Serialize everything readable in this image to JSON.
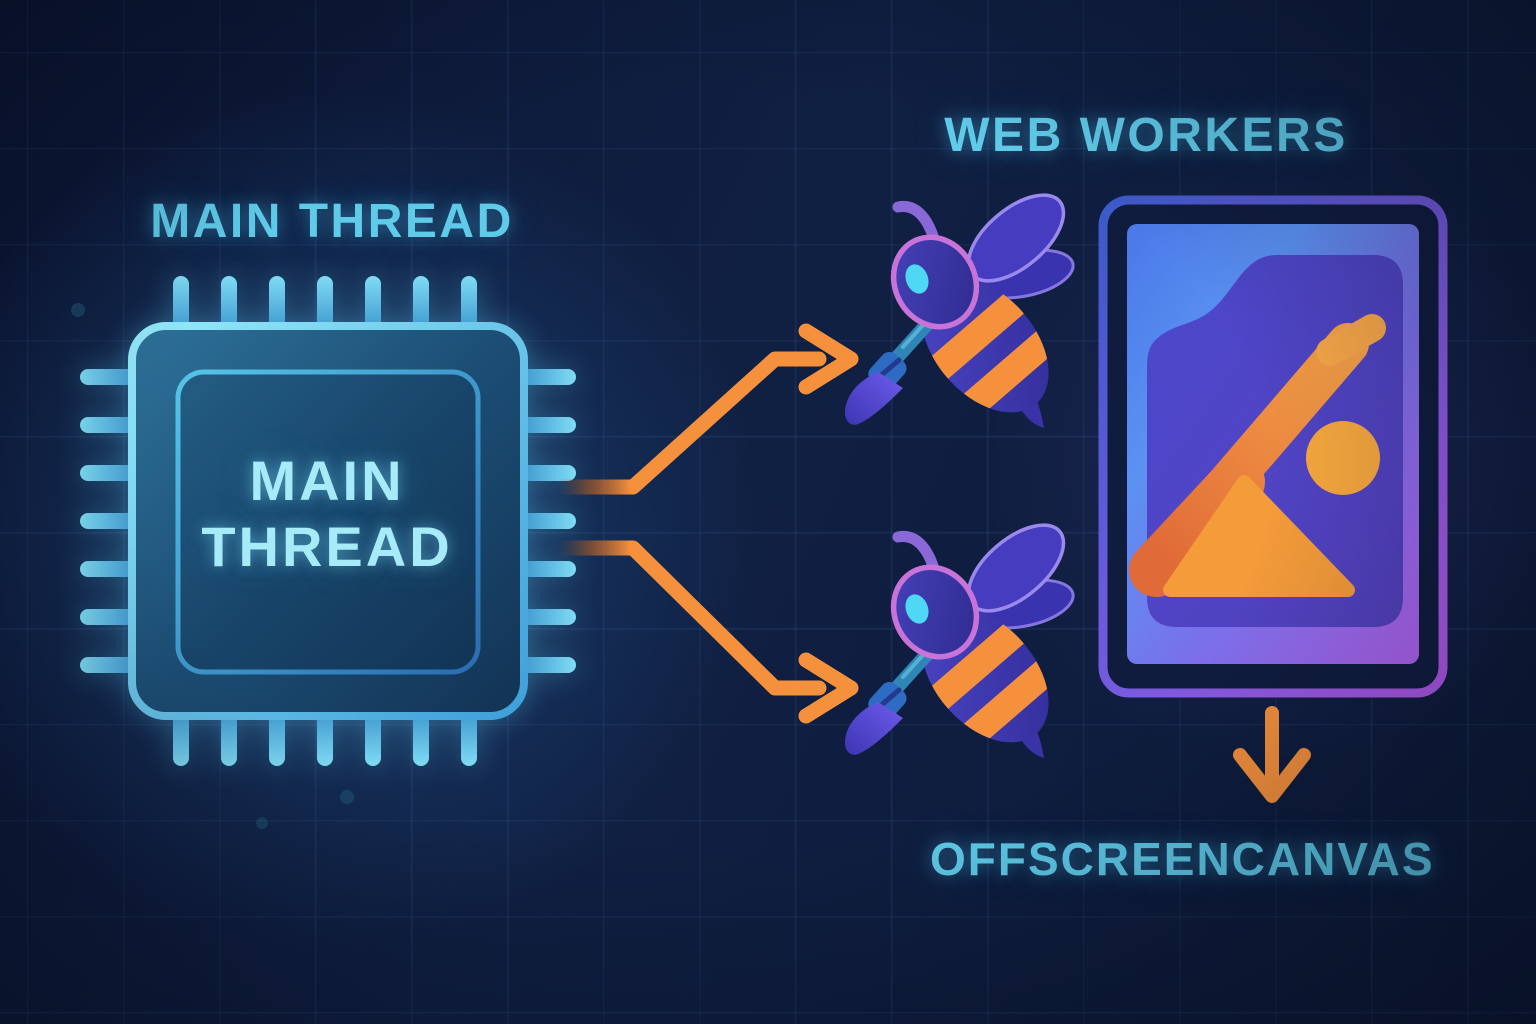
{
  "title": "Main thread dispatching rendering work to web workers drawing on an OffscreenCanvas",
  "labels": {
    "main_thread_header": "MAIN THREAD",
    "web_workers_header": "WEB WORKERS",
    "offscreencanvas_label": "OFFSCREENCANVAS",
    "chip_label_line1": "MAIN",
    "chip_label_line2": "THREAD"
  },
  "icons": [
    {
      "name": "cpu-chip-icon",
      "meaning": "main thread processor chip with pins"
    },
    {
      "name": "worker-bee-icon",
      "meaning": "worker bee holding a paintbrush",
      "count": 2
    },
    {
      "name": "branch-arrow-icon",
      "meaning": "orange arrow from main thread to each worker",
      "count": 2
    },
    {
      "name": "offscreen-canvas-icon",
      "meaning": "tablet canvas showing image artwork (brush stroke, sun circle, mountain triangle)"
    },
    {
      "name": "down-arrow-icon",
      "meaning": "arrow from canvas to OffscreenCanvas label"
    }
  ],
  "colors": {
    "background_navy": "#0d1a38",
    "grid_blue": "#2a4a8a",
    "label_cyan": "#5fcbe9",
    "chip_text_cyan": "#a6ebf7",
    "chip_border_cyan": "#7fdcf4",
    "chip_fill_blue": "#1d5076",
    "arrow_orange": "#f5913c",
    "bee_indigo": "#3c36ae",
    "bee_outline_pink": "#c873d8",
    "bee_stripe_orange": "#f5913c",
    "bee_eye_cyan": "#4fd8f4",
    "brush_teal": "#2f85b5",
    "canvas_border_blue": "#3b5ac8",
    "canvas_border_purple": "#b258e8",
    "screen_blue": "#4f7ce8",
    "screen_purple": "#a862ec",
    "artwork_orange": "#f5a03c"
  }
}
